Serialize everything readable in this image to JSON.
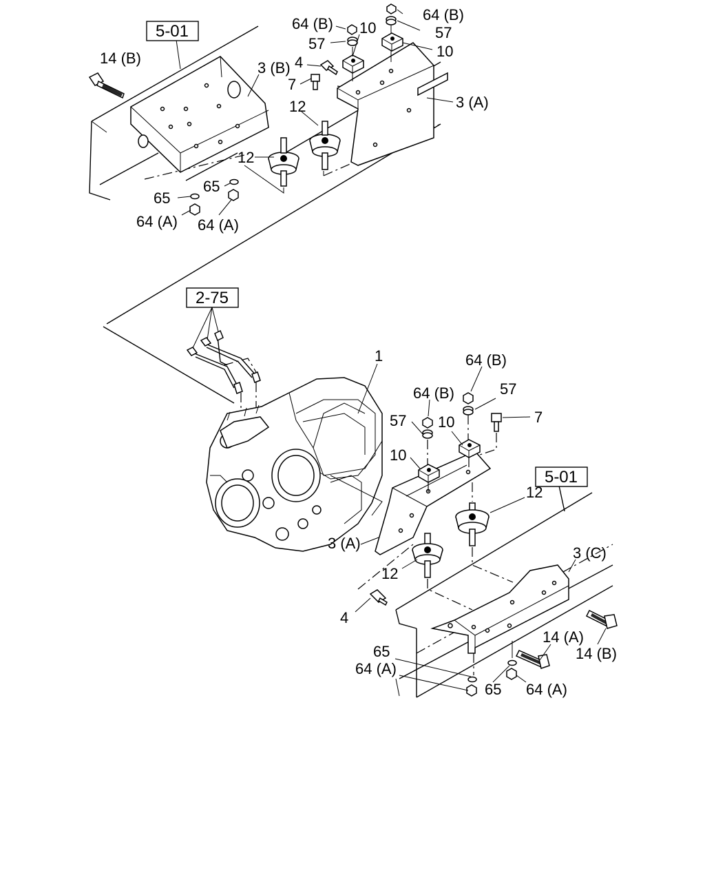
{
  "diagram": {
    "refs": {
      "top": "5-01",
      "middle": "2-75",
      "bottom": "5-01"
    },
    "top_assembly": {
      "labels": {
        "bolt_14b": "14 (B)",
        "bracket_3b": "3 (B)",
        "bracket_3a": "3 (A)",
        "nut_64b_left": "64 (B)",
        "nut_64b_right": "64 (B)",
        "pad_10_left": "10",
        "pad_10_right": "10",
        "washer_57_left": "57",
        "washer_57_right": "57",
        "bolt_4": "4",
        "bolt_7": "7",
        "mount_12_upper": "12",
        "mount_12_lower": "12",
        "washer_65_right": "65",
        "washer_65_left": "65",
        "nut_64a_left": "64 (A)",
        "nut_64a_right": "64 (A)"
      }
    },
    "bottom_assembly": {
      "labels": {
        "transmission_1": "1",
        "nut_64b_upper": "64 (B)",
        "nut_64b_lower": "64 (B)",
        "washer_57_right": "57",
        "washer_57_left": "57",
        "bolt_7": "7",
        "pad_10_right": "10",
        "pad_10_left": "10",
        "mount_12_right": "12",
        "mount_12_left": "12",
        "bracket_3a": "3 (A)",
        "bracket_3c": "3 (C)",
        "bolt_4": "4",
        "bolt_14a": "14 (A)",
        "bolt_14b": "14 (B)",
        "washer_65_left": "65",
        "washer_65_right": "65",
        "nut_64a_left": "64 (A)",
        "nut_64a_right": "64 (A)"
      }
    }
  }
}
